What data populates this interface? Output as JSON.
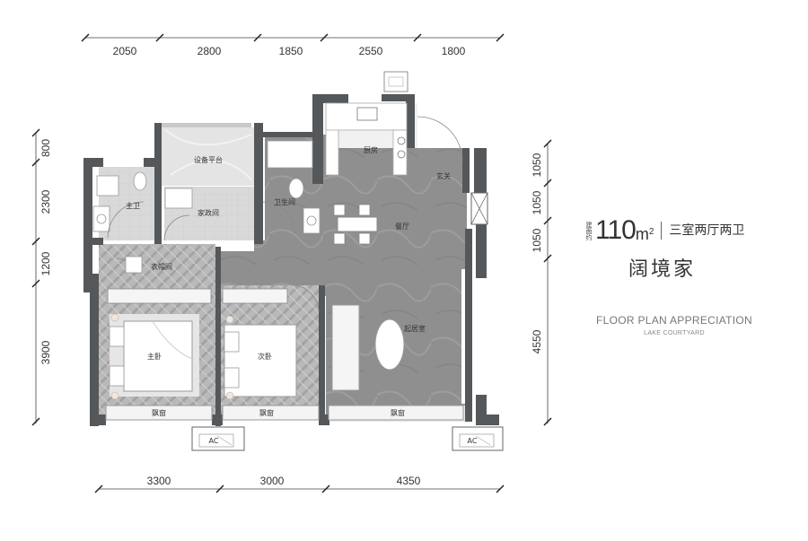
{
  "plan": {
    "top_dimensions": [
      "2050",
      "2800",
      "1850",
      "2550",
      "1800"
    ],
    "bottom_dimensions": [
      "3300",
      "3000",
      "4350"
    ],
    "left_dimensions": [
      "800",
      "2300",
      "1200",
      "3900"
    ],
    "right_dimensions": [
      "1050",
      "1050",
      "1050",
      "4550"
    ],
    "rooms": {
      "equipment_platform": "设备平台",
      "master_bath": "主卫",
      "laundry": "家政间",
      "bathroom": "卫生间",
      "kitchen": "厨房",
      "entrance": "玄关",
      "dining": "餐厅",
      "cloakroom": "衣帽间",
      "living": "起居室",
      "master_bedroom": "主卧",
      "second_bedroom": "次卧",
      "bay_window_1": "飘窗",
      "bay_window_2": "飘窗",
      "bay_window_3": "飘窗",
      "ac_1": "AC",
      "ac_2": "AC"
    }
  },
  "info": {
    "area_prefix": "建面约",
    "area_value": "110",
    "area_unit": "m",
    "area_unit_sup": "2",
    "layout": "三室两厅两卫",
    "name": "阔境家",
    "title_en": "FLOOR PLAN APPRECIATION",
    "subtitle_en": "LAKE COURTYARD"
  }
}
